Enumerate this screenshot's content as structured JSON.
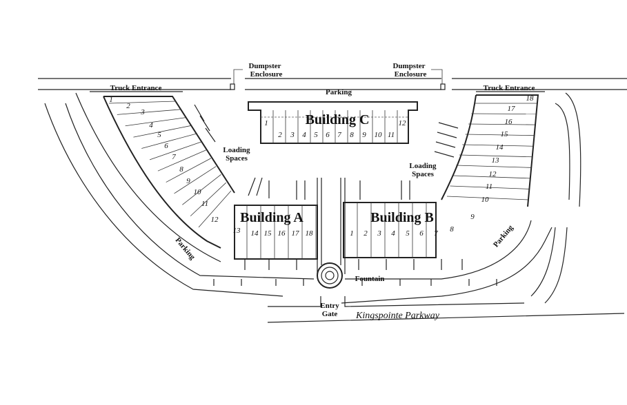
{
  "labels": {
    "dumpster_left_1": "Dumpster",
    "dumpster_left_2": "Enclosure",
    "dumpster_right_1": "Dumpster",
    "dumpster_right_2": "Enclosure",
    "parking_top": "Parking",
    "truck_entrance_left": "Truck Entrance",
    "truck_entrance_right": "Truck Entrance",
    "loading_left_1": "Loading",
    "loading_left_2": "Spaces",
    "loading_right_1": "Loading",
    "loading_right_2": "Spaces",
    "parking_left": "Parking",
    "parking_right": "Parking",
    "fountain": "Fountain",
    "entry_gate_1": "Entry",
    "entry_gate_2": "Gate",
    "road": "Kingspointe Parkway"
  },
  "buildings": {
    "a": {
      "name": "Building A",
      "units": [
        "1",
        "2",
        "3",
        "4",
        "5",
        "6",
        "7",
        "8",
        "9",
        "10",
        "11",
        "12",
        "13",
        "14",
        "15",
        "16",
        "17",
        "18"
      ]
    },
    "b": {
      "name": "Building B",
      "units": [
        "1",
        "2",
        "3",
        "4",
        "5",
        "6",
        "7",
        "8",
        "9",
        "10",
        "11",
        "12",
        "13",
        "14",
        "15",
        "16",
        "17",
        "18"
      ]
    },
    "c": {
      "name": "Building C",
      "units": [
        "1",
        "2",
        "3",
        "4",
        "5",
        "6",
        "7",
        "8",
        "9",
        "10",
        "11",
        "12"
      ]
    }
  }
}
